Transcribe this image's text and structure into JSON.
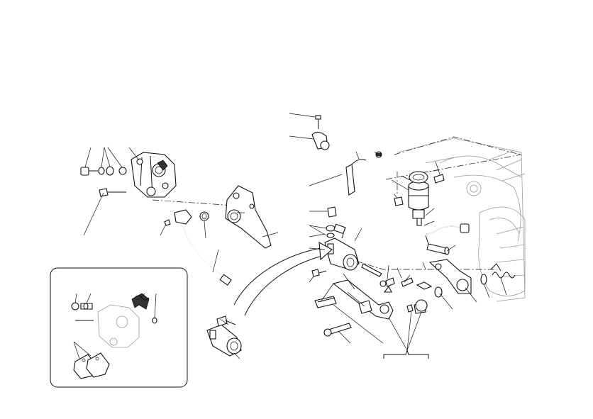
{
  "diagram": {
    "kind": "exploded-parts-view",
    "inset_box": "present",
    "callout_bracket": "present"
  }
}
